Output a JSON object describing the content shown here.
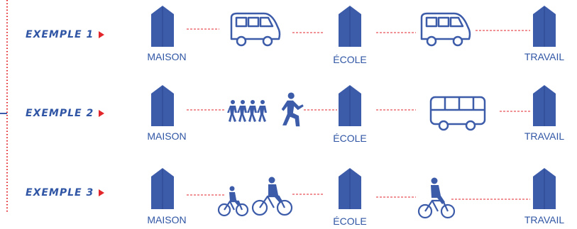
{
  "colors": {
    "icon": "#3c5ba9",
    "accent": "#e3262c",
    "connector": "#e3262c"
  },
  "rows": [
    {
      "label": "EXEMPLE 1",
      "places": [
        "MAISON",
        "ÉCOLE",
        "TRAVAIL"
      ],
      "transports": [
        "car-icon",
        "car-icon"
      ]
    },
    {
      "label": "EXEMPLE 2",
      "places": [
        "MAISON",
        "ÉCOLE",
        "TRAVAIL"
      ],
      "transports": [
        "walking-group-icon",
        "bus-icon"
      ]
    },
    {
      "label": "EXEMPLE 3",
      "places": [
        "MAISON",
        "ÉCOLE",
        "TRAVAIL"
      ],
      "transports": [
        "cyclists-icon",
        "cyclist-icon"
      ]
    }
  ]
}
